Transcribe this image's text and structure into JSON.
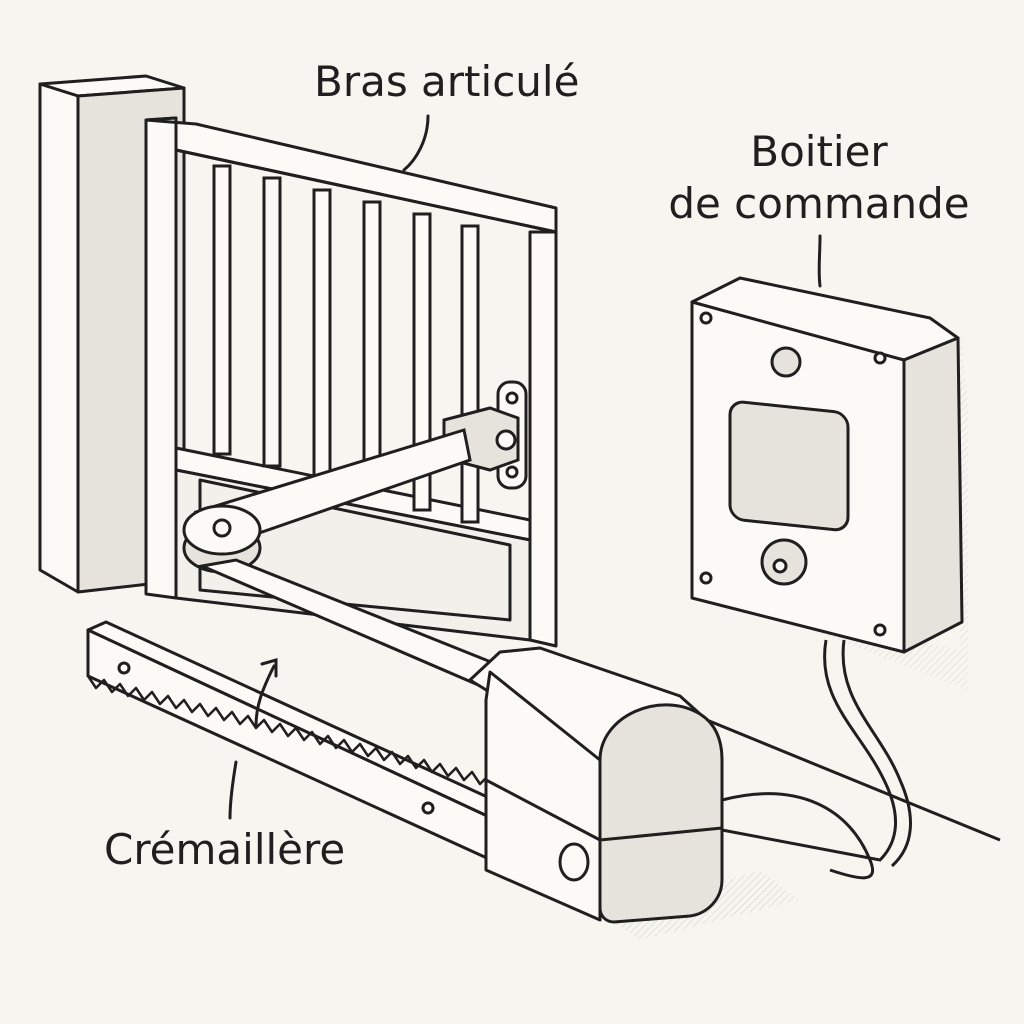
{
  "labels": {
    "arm": "Bras articulé",
    "control_box_line1": "Boitier",
    "control_box_line2": "de commande",
    "rack": "Crémaillère"
  },
  "colors": {
    "background": "#f7f5ef",
    "stroke": "#1f1f1f",
    "fill": "#fbfaf6",
    "shade": "#e6e3dc"
  }
}
